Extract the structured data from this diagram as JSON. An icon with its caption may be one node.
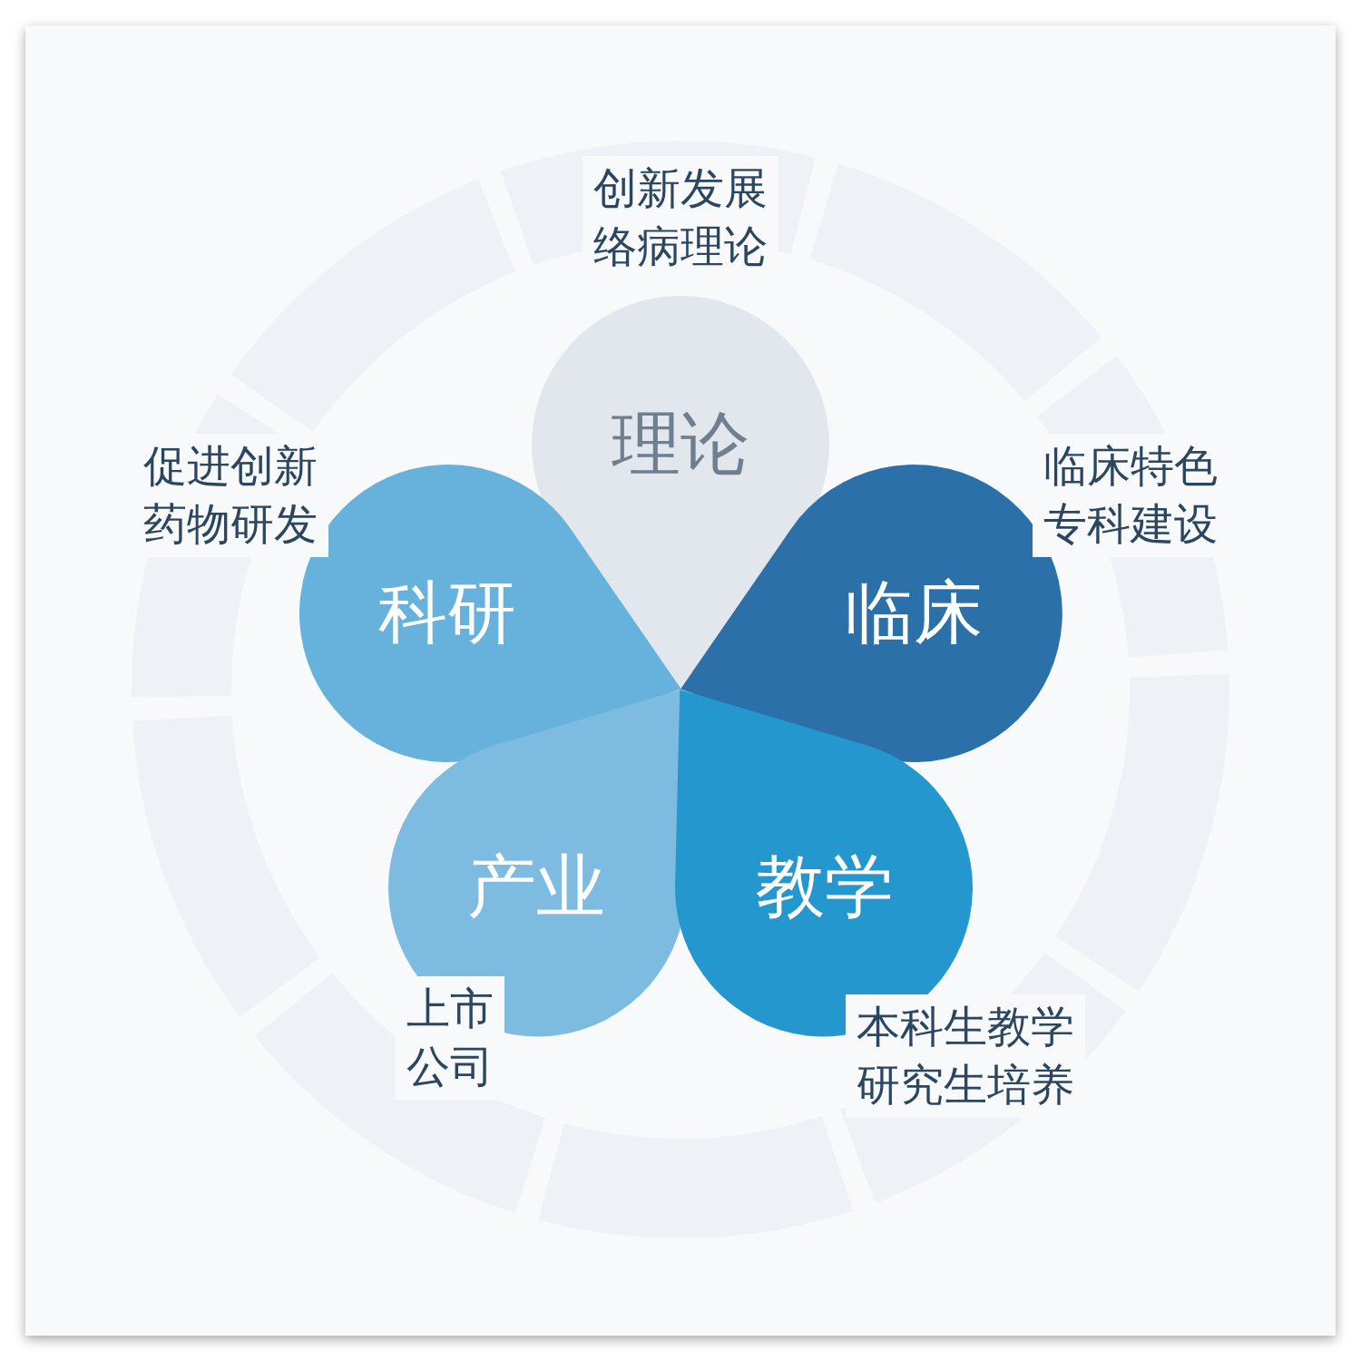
{
  "diagram": {
    "nodes": [
      {
        "text": [
          "理论"
        ],
        "beside": [
          "创新发展络病理论"
        ]
      },
      {
        "text": [
          "科研"
        ],
        "beside": [
          "促进创新药物研发"
        ]
      },
      {
        "text": [
          "临床"
        ],
        "beside": [
          "临床特色专科建设"
        ]
      },
      {
        "text": [
          "产业"
        ],
        "beside": [
          "上市公司"
        ]
      },
      {
        "text": [
          "教学"
        ],
        "beside": [
          "本科生教学研究生培养"
        ]
      }
    ]
  }
}
